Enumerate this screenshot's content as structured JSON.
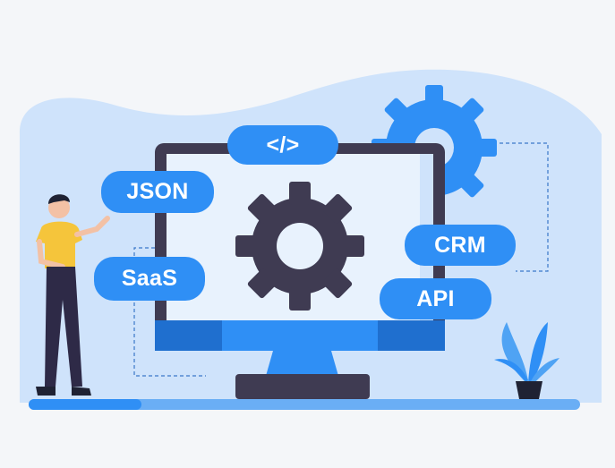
{
  "illustration": {
    "tags": {
      "code": "</>",
      "json": "JSON",
      "saas": "SaaS",
      "crm": "CRM",
      "api": "API"
    },
    "colors": {
      "blob": "#cfe3fb",
      "accent_blue": "#2f8ff5",
      "dark_navy": "#3f3b52",
      "screen": "#e8f2fd",
      "shirt": "#f5c53b",
      "plant": "#4fa3f4"
    },
    "icons": [
      "gear-icon",
      "code-icon",
      "plant-icon"
    ]
  }
}
